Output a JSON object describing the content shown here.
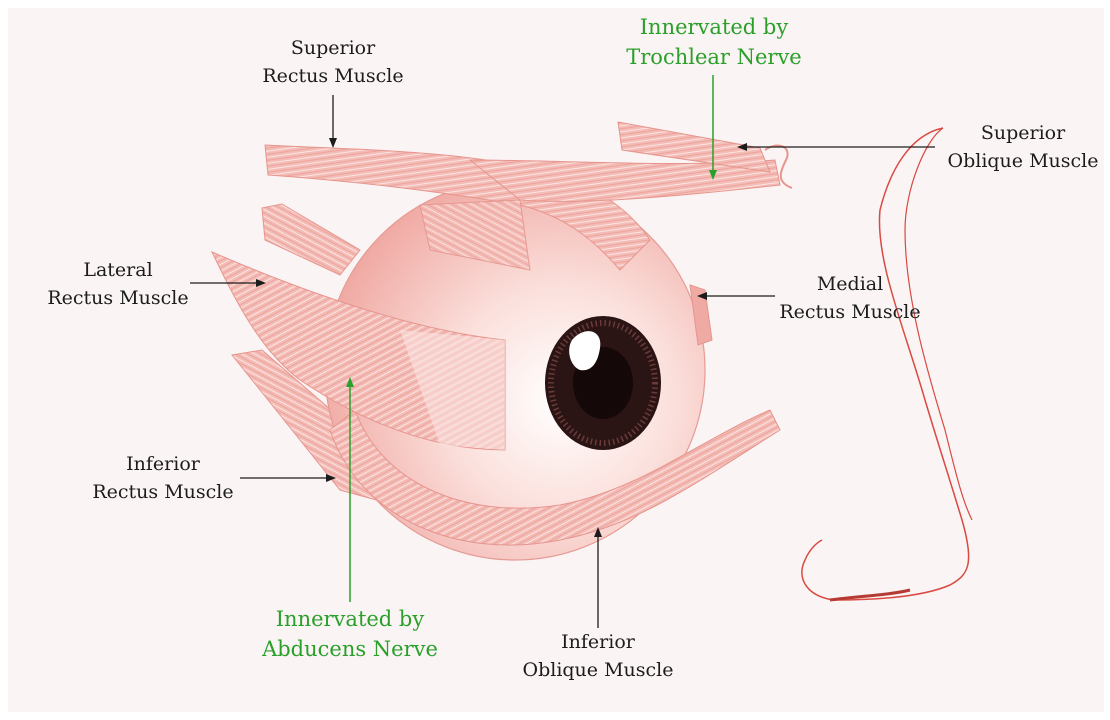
{
  "labels": {
    "superior_rectus": [
      "Superior",
      "Rectus Muscle"
    ],
    "trochlear": [
      "Innervated by",
      "Trochlear Nerve"
    ],
    "superior_oblique": [
      "Superior",
      "Oblique Muscle"
    ],
    "lateral_rectus": [
      "Lateral",
      "Rectus Muscle"
    ],
    "medial_rectus": [
      "Medial",
      "Rectus Muscle"
    ],
    "inferior_rectus": [
      "Inferior",
      "Rectus Muscle"
    ],
    "abducens": [
      "Innervated by",
      "Abducens Nerve"
    ],
    "inferior_oblique": [
      "Inferior",
      "Oblique Muscle"
    ]
  },
  "colors": {
    "label_text": "#1c1c1c",
    "nerve_label": "#2aa02a",
    "muscle": "#f2b9b4",
    "eyeball": "#f7c9c4",
    "iris": "#2a1414",
    "nose_outline": "#d84a42"
  }
}
